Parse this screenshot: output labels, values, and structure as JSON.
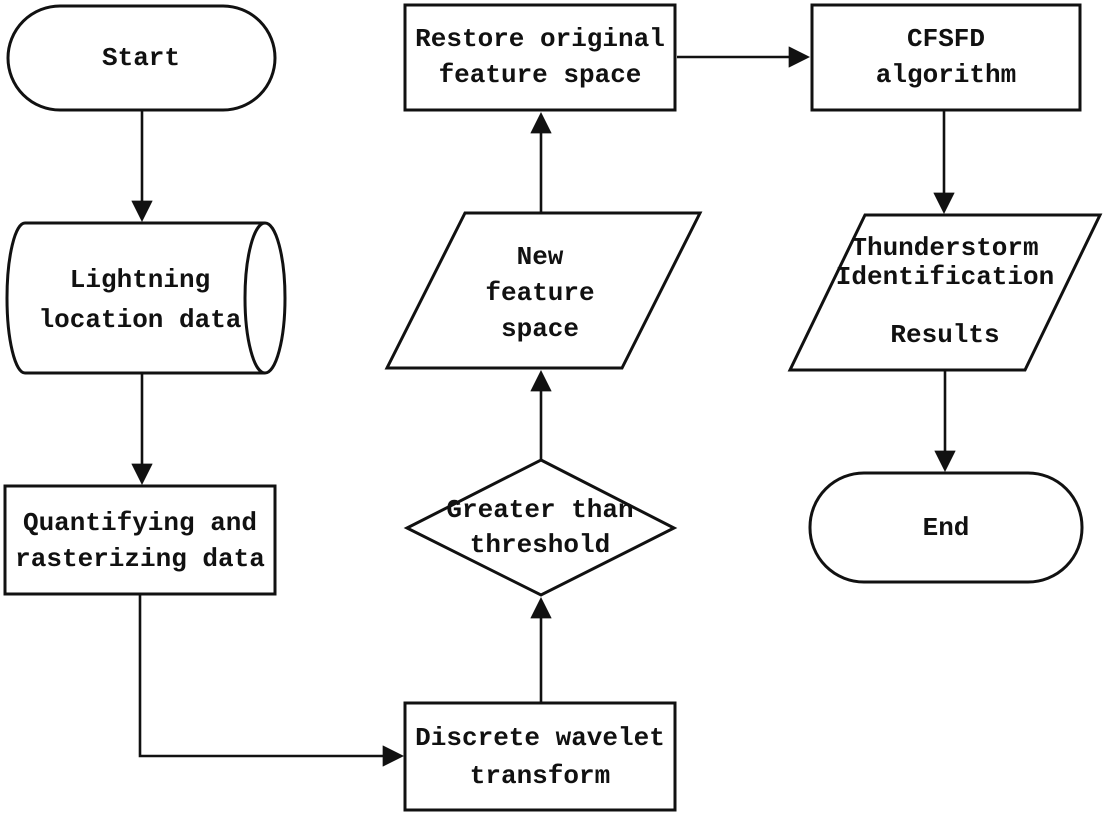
{
  "diagram": {
    "type": "flowchart",
    "colors": {
      "background": "#ffffff",
      "stroke": "#111111",
      "text": "#111111"
    },
    "nodes": {
      "start": {
        "label": "Start",
        "shape": "stadium"
      },
      "lightning": {
        "label": "Lightning\nlocation data",
        "shape": "cylinder"
      },
      "quantify": {
        "label": "Quantifying and\nrasterizing data",
        "shape": "rectangle"
      },
      "dwt": {
        "label": "Discrete wavelet\ntransform",
        "shape": "rectangle"
      },
      "threshold": {
        "label": "Greater than\nthreshold",
        "shape": "diamond"
      },
      "new_feature": {
        "label": "New\nfeature\nspace",
        "shape": "parallelogram"
      },
      "restore": {
        "label": "Restore original\nfeature space",
        "shape": "rectangle"
      },
      "cfsfd": {
        "label": "CFSFD algorithm",
        "shape": "rectangle"
      },
      "results": {
        "label": "Thunderstorm\nIdentification\n\nResults",
        "shape": "parallelogram"
      },
      "end": {
        "label": "End",
        "shape": "stadium"
      }
    },
    "edges": [
      {
        "from": "start",
        "to": "lightning"
      },
      {
        "from": "lightning",
        "to": "quantify"
      },
      {
        "from": "quantify",
        "to": "dwt"
      },
      {
        "from": "dwt",
        "to": "threshold"
      },
      {
        "from": "threshold",
        "to": "new_feature"
      },
      {
        "from": "new_feature",
        "to": "restore"
      },
      {
        "from": "restore",
        "to": "cfsfd"
      },
      {
        "from": "cfsfd",
        "to": "results"
      },
      {
        "from": "results",
        "to": "end"
      }
    ]
  }
}
